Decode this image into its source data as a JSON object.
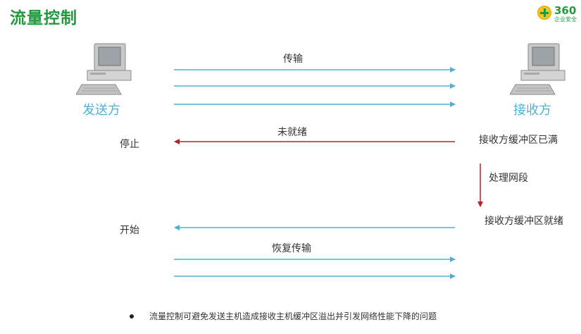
{
  "header": {
    "title": "流量控制"
  },
  "logo": {
    "number": "360",
    "subtitle": "企业安全"
  },
  "nodes": {
    "sender": "发送方",
    "receiver": "接收方"
  },
  "labels": {
    "transmit": "传输",
    "not_ready": "未就绪",
    "stop": "停止",
    "buffer_full": "接收方缓冲区已满",
    "process_segment": "处理网段",
    "buffer_ready": "接收方缓冲区就绪",
    "start": "开始",
    "resume": "恢复传输"
  },
  "colors": {
    "title": "#1f9b3e",
    "arrow_blue": "#4fb1d6",
    "arrow_red": "#b0242a",
    "role_text": "#4fb1d6"
  },
  "bullet": {
    "text": "流量控制可避免发送主机造成接收主机缓冲区溢出并引发网络性能下降的问题"
  }
}
